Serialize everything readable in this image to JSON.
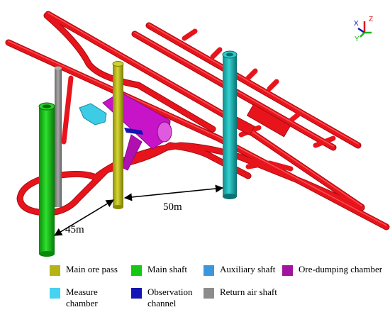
{
  "dimensions": [
    {
      "label": "45m"
    },
    {
      "label": "50m"
    }
  ],
  "axes": {
    "x_label": "X",
    "y_label": "Y",
    "z_label": "Z"
  },
  "colors": {
    "tunnel": "#e8141c",
    "tunnel_dark": "#b00d12",
    "main_ore_pass": "#b8b814",
    "main_shaft": "#14b414",
    "auxiliary_shaft": "#1cb4b4",
    "return_air_shaft": "#8c8c8c",
    "ore_dumping_chamber": "#c814c8",
    "measure_chamber": "#3ccce6",
    "observation_channel": "#1414b4"
  },
  "legend": [
    {
      "name": "main-ore-pass",
      "label": "Main ore pass",
      "color": "#b4b414"
    },
    {
      "name": "main-shaft",
      "label": "Main shaft",
      "color": "#14c814"
    },
    {
      "name": "auxiliary-shaft",
      "label": "Auxiliary shaft",
      "color": "#3c96dc"
    },
    {
      "name": "ore-dumping-chamber",
      "label": "Ore-dumping chamber",
      "color": "#a014a0"
    },
    {
      "name": "measure-chamber",
      "label": "Measure\nchamber",
      "color": "#46d2f0"
    },
    {
      "name": "observation-channel",
      "label": "Observation\nchannel",
      "color": "#1414b4"
    },
    {
      "name": "return-air-shaft",
      "label": "Return air shaft",
      "color": "#8c8c8c"
    }
  ]
}
